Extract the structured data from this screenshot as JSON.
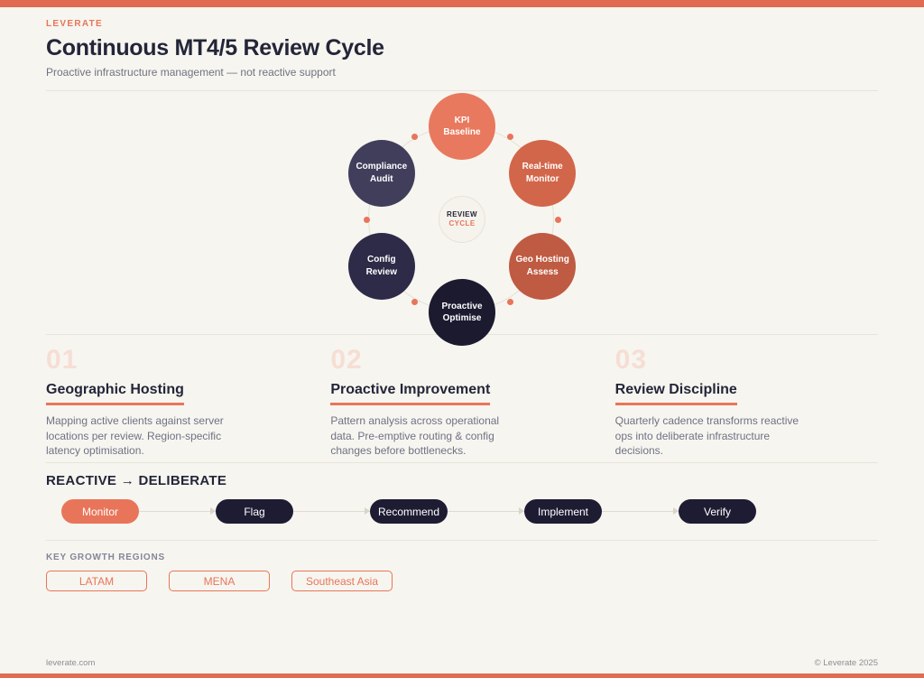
{
  "header": {
    "brand": "LEVERATE",
    "title": "Continuous MT4/5 Review Cycle",
    "subtitle": "Proactive infrastructure management — not reactive support"
  },
  "colors": {
    "accent": "#E8755A",
    "accent_bar": "#E06B50",
    "navy": "#232539",
    "background": "#F7F5EF"
  },
  "cycle": {
    "center_line1": "REVIEW",
    "center_line2": "CYCLE",
    "nodes": [
      {
        "label": "KPI Baseline",
        "lines": [
          "KPI",
          "Baseline"
        ],
        "color": "#E8795E"
      },
      {
        "label": "Real-time Monitor",
        "lines": [
          "Real-time",
          "Monitor"
        ],
        "color": "#D2664A"
      },
      {
        "label": "Geo Hosting Assess",
        "lines": [
          "Geo Hosting",
          "Assess"
        ],
        "color": "#BF5B42"
      },
      {
        "label": "Proactive Optimise",
        "lines": [
          "Proactive",
          "Optimise"
        ],
        "color": "#1B1A2F"
      },
      {
        "label": "Config Review",
        "lines": [
          "Config",
          "Review"
        ],
        "color": "#2D2B47"
      },
      {
        "label": "Compliance Audit",
        "lines": [
          "Compliance",
          "Audit"
        ],
        "color": "#413E5C"
      }
    ]
  },
  "sections": [
    {
      "number": "01",
      "heading": "Geographic Hosting",
      "body": "Mapping active clients against server locations per review. Region-specific latency optimisation."
    },
    {
      "number": "02",
      "heading": "Proactive Improvement",
      "body": "Pattern analysis across operational data. Pre-emptive routing & config changes before bottlenecks."
    },
    {
      "number": "03",
      "heading": "Review Discipline",
      "body": "Quarterly cadence transforms reactive ops into deliberate infrastructure decisions."
    }
  ],
  "flow": {
    "heading": "REACTIVE → DELIBERATE",
    "steps": [
      {
        "label": "Monitor",
        "color": "#E8755A"
      },
      {
        "label": "Flag",
        "color": "#1E1C33"
      },
      {
        "label": "Recommend",
        "color": "#1E1C33"
      },
      {
        "label": "Implement",
        "color": "#1E1C33"
      },
      {
        "label": "Verify",
        "color": "#1E1C33"
      }
    ]
  },
  "regions": {
    "label": "KEY GROWTH REGIONS",
    "badges": [
      "LATAM",
      "MENA",
      "Southeast Asia"
    ]
  },
  "footer": {
    "left": "leverate.com",
    "right": "© Leverate 2025"
  }
}
